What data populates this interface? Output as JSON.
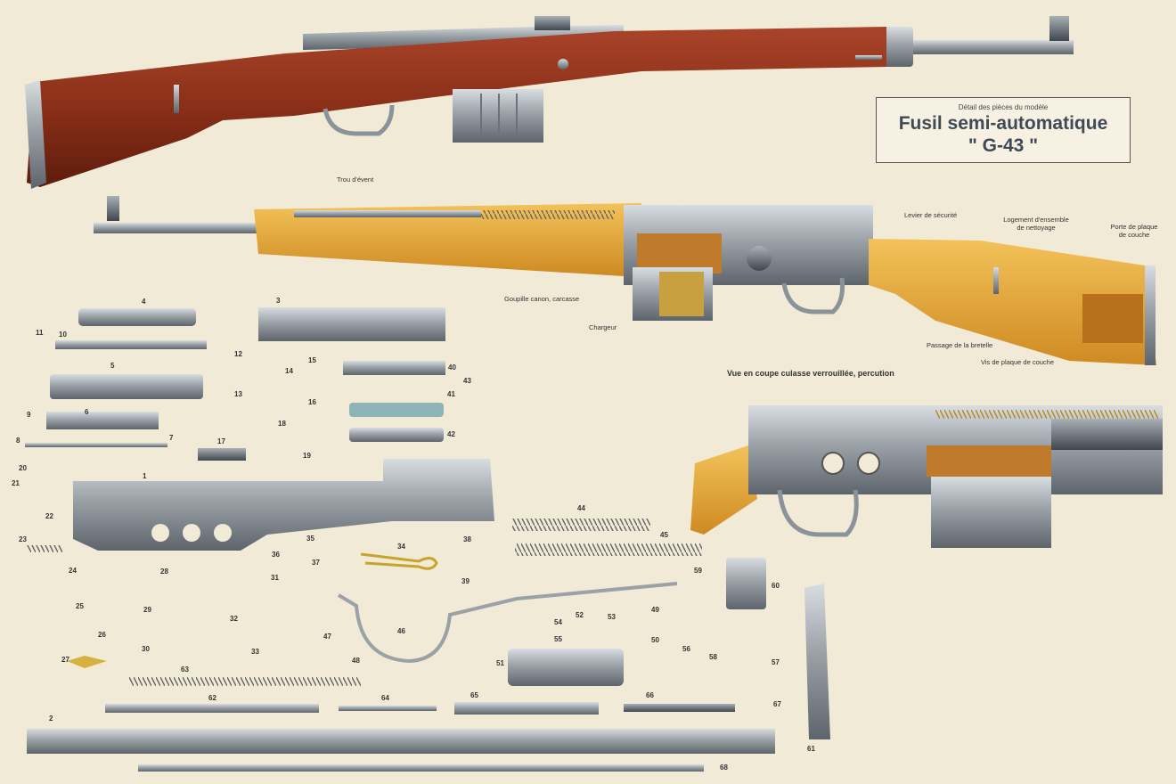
{
  "title": {
    "subtitle": "Détail des pièces du modèle",
    "line1": "Fusil semi-automatique",
    "line2": "\" G-43 \""
  },
  "callouts": {
    "trou_event": "Trou d'évent",
    "levier_securite": "Levier de sécurité",
    "logement_line1": "Logement d'ensemble",
    "logement_line2": "de nettoyage",
    "porte_line1": "Porte de plaque",
    "porte_line2": "de couche",
    "goupille": "Goupille canon, carcasse",
    "chargeur": "Chargeur",
    "passage_bretelle": "Passage de la bretelle",
    "vis_plaque": "Vis de plaque de couche"
  },
  "section_caption": "Vue en coupe culasse verrouillée, percution",
  "part_numbers": [
    "1",
    "2",
    "3",
    "4",
    "5",
    "6",
    "7",
    "8",
    "9",
    "10",
    "11",
    "12",
    "13",
    "14",
    "15",
    "16",
    "17",
    "18",
    "19",
    "20",
    "21",
    "22",
    "23",
    "24",
    "25",
    "26",
    "27",
    "28",
    "29",
    "30",
    "31",
    "32",
    "33",
    "34",
    "35",
    "36",
    "37",
    "38",
    "39",
    "40",
    "41",
    "42",
    "43",
    "44",
    "45",
    "46",
    "47",
    "48",
    "49",
    "50",
    "51",
    "52",
    "53",
    "54",
    "55",
    "56",
    "57",
    "58",
    "59",
    "60",
    "61",
    "62",
    "63",
    "64",
    "65",
    "66",
    "67",
    "68"
  ],
  "colors": {
    "background": "#f1ead7",
    "walnut_stock": "#8a2f18",
    "beech_cutaway": "#e7a838",
    "steel": "#8f969c",
    "spring_brass": "#c9a42a",
    "title_text": "#3f4a57"
  }
}
